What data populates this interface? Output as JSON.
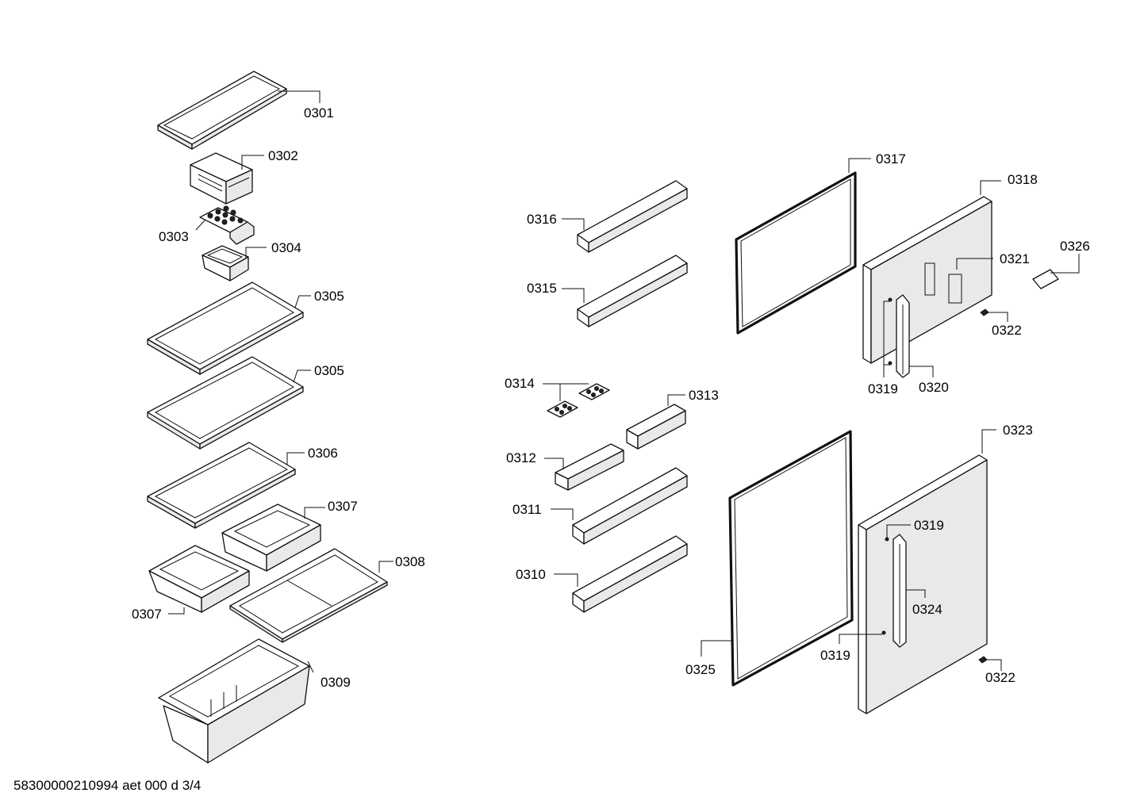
{
  "labels": {
    "p0301": "0301",
    "p0302": "0302",
    "p0303": "0303",
    "p0304": "0304",
    "p0305a": "0305",
    "p0305b": "0305",
    "p0306": "0306",
    "p0307a": "0307",
    "p0307b": "0307",
    "p0308": "0308",
    "p0309": "0309",
    "p0310": "0310",
    "p0311": "0311",
    "p0312": "0312",
    "p0313": "0313",
    "p0314": "0314",
    "p0315": "0315",
    "p0316": "0316",
    "p0317": "0317",
    "p0318": "0318",
    "p0319a": "0319",
    "p0319b": "0319",
    "p0319c": "0319",
    "p0320": "0320",
    "p0321": "0321",
    "p0322a": "0322",
    "p0322b": "0322",
    "p0323": "0323",
    "p0324": "0324",
    "p0325": "0325",
    "p0326": "0326"
  },
  "footer": {
    "document_id": "58300000210994 aet 000 d 3/4"
  }
}
